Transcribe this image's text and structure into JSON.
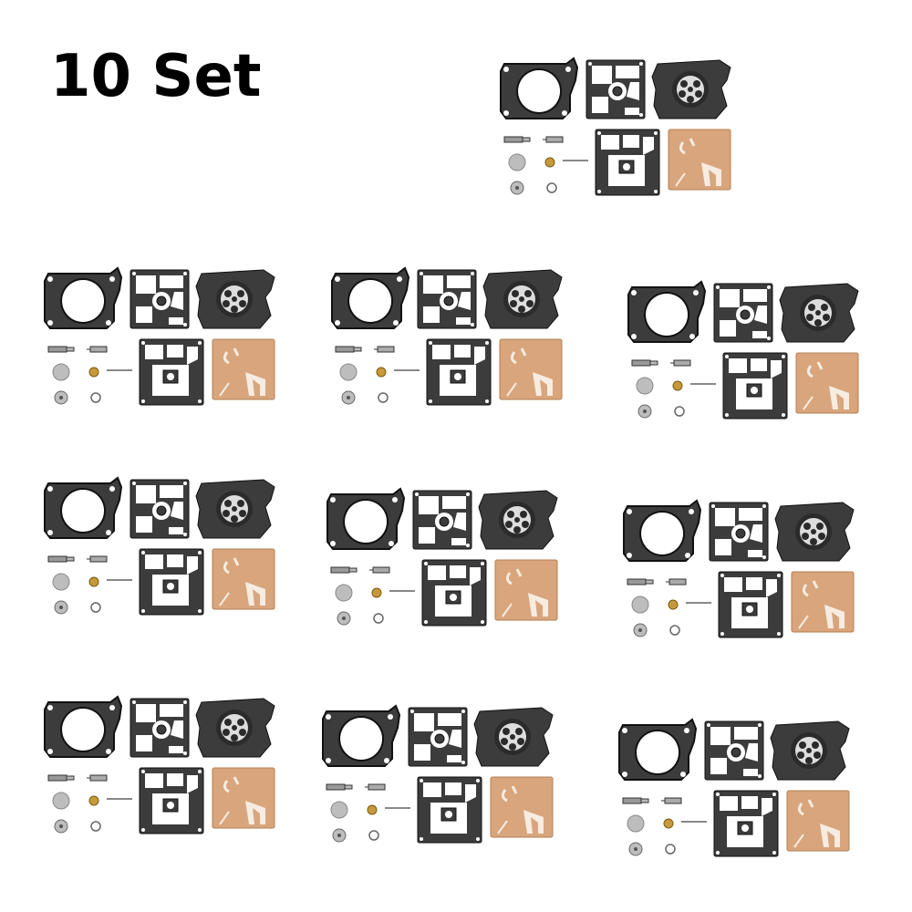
{
  "title": "10 Set",
  "product": {
    "set_count": 10,
    "kit_parts": [
      "gasket-ring",
      "gasket-frame",
      "pump-diaphragm",
      "metering-gasket",
      "metering-diaphragm",
      "needle-valve",
      "inlet-needle",
      "welch-plug",
      "brass-screen",
      "pin",
      "screw-cap",
      "spring-ring"
    ]
  },
  "colors": {
    "gasket": "#3c3c3c",
    "gasket_edge": "#111111",
    "diaphragm": "#d9a57c",
    "diaphragm_mark": "#f6ece2",
    "metal": "#bdbdbd",
    "brass": "#c69a3a",
    "background": "#ffffff",
    "text": "#000000"
  }
}
